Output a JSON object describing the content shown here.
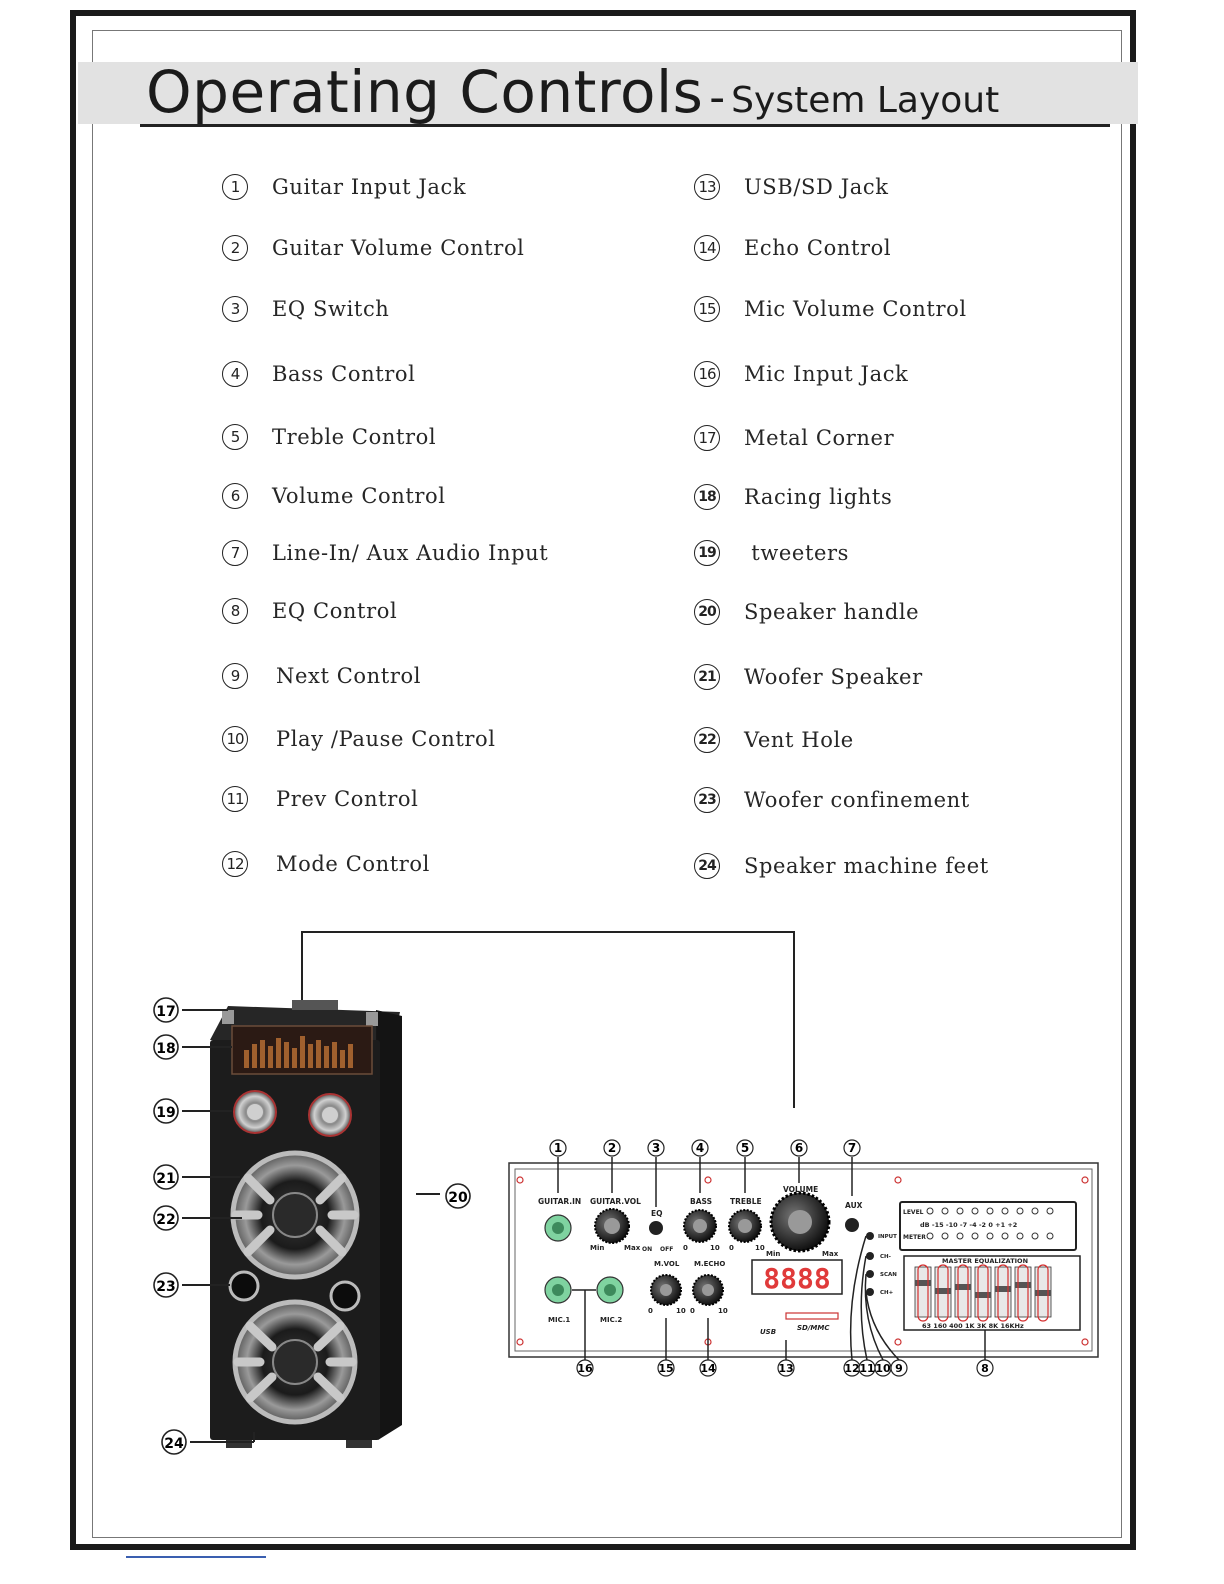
{
  "title": {
    "main": "Operating Controls",
    "dash": "-",
    "sub": "System Layout"
  },
  "items_left": [
    {
      "num": "1",
      "label": "Guitar  Input  Jack"
    },
    {
      "num": "2",
      "label": "Guitar  Volume Control"
    },
    {
      "num": "3",
      "label": "EQ  Switch"
    },
    {
      "num": "4",
      "label": "Bass Control"
    },
    {
      "num": "5",
      "label": "Treble Control"
    },
    {
      "num": "6",
      "label": "Volume Control"
    },
    {
      "num": "7",
      "label": "Line-In/ Aux  Audio  Input"
    },
    {
      "num": "8",
      "label": "EQ Control"
    },
    {
      "num": "9",
      "label": "Next Control"
    },
    {
      "num": "10",
      "label": "Play /Pause Control"
    },
    {
      "num": "11",
      "label": "Prev Control"
    },
    {
      "num": "12",
      "label": "Mode Control"
    }
  ],
  "items_right": [
    {
      "num": "13",
      "label": "USB/SD Jack"
    },
    {
      "num": "14",
      "label": "Echo Control"
    },
    {
      "num": "15",
      "label": "Mic Volume Control"
    },
    {
      "num": "16",
      "label": "Mic Input Jack"
    },
    {
      "num": "17",
      "label": "Metal Corner"
    },
    {
      "num": "18",
      "label": "Racing  lights"
    },
    {
      "num": "19",
      "label": " tweeters"
    },
    {
      "num": "20",
      "label": "Speaker handle"
    },
    {
      "num": "21",
      "label": "Woofer Speaker"
    },
    {
      "num": "22",
      "label": "Vent Hole"
    },
    {
      "num": "23",
      "label": "Woofer confinement"
    },
    {
      "num": "24",
      "label": "Speaker machine feet"
    }
  ],
  "speaker_callouts": [
    "17",
    "18",
    "19",
    "21",
    "22",
    "23",
    "24",
    "20"
  ],
  "panel": {
    "top_callouts": [
      "1",
      "2",
      "3",
      "4",
      "5",
      "6",
      "7"
    ],
    "bottom_callouts": [
      "16",
      "15",
      "14",
      "13",
      "12",
      "11",
      "10",
      "9",
      "8"
    ],
    "guitar_in": "GUITAR.IN",
    "guitar_vol": "GUITAR.VOL",
    "eq": "EQ",
    "bass": "BASS",
    "treble": "TREBLE",
    "volume": "VOLUME",
    "aux": "AUX",
    "min": "Min",
    "max": "Max",
    "on": "ON",
    "off": "OFF",
    "zero": "0",
    "ten": "10",
    "mvol": "M.VOL",
    "mecho": "M.ECHO",
    "mic1": "MIC.1",
    "mic2": "MIC.2",
    "usb": "USB",
    "sdmmc": "SD/MMC",
    "display": "8888",
    "input": "INPUT",
    "ch_minus": "CH-",
    "scan": "SCAN",
    "ch_plus": "CH+",
    "level": "LEVEL",
    "meter": "METER",
    "db_scale": "dB  -15  -10  -7  -4  -2   0  +1  +2",
    "master_eq": "MASTER EQUALIZATION",
    "eq_freqs": "63   160  400   1K    3K    8K  16KHz",
    "colors": {
      "jack_green": "#7fd3a0",
      "display_red": "#e03a3a",
      "light_red": "#d43030"
    }
  }
}
